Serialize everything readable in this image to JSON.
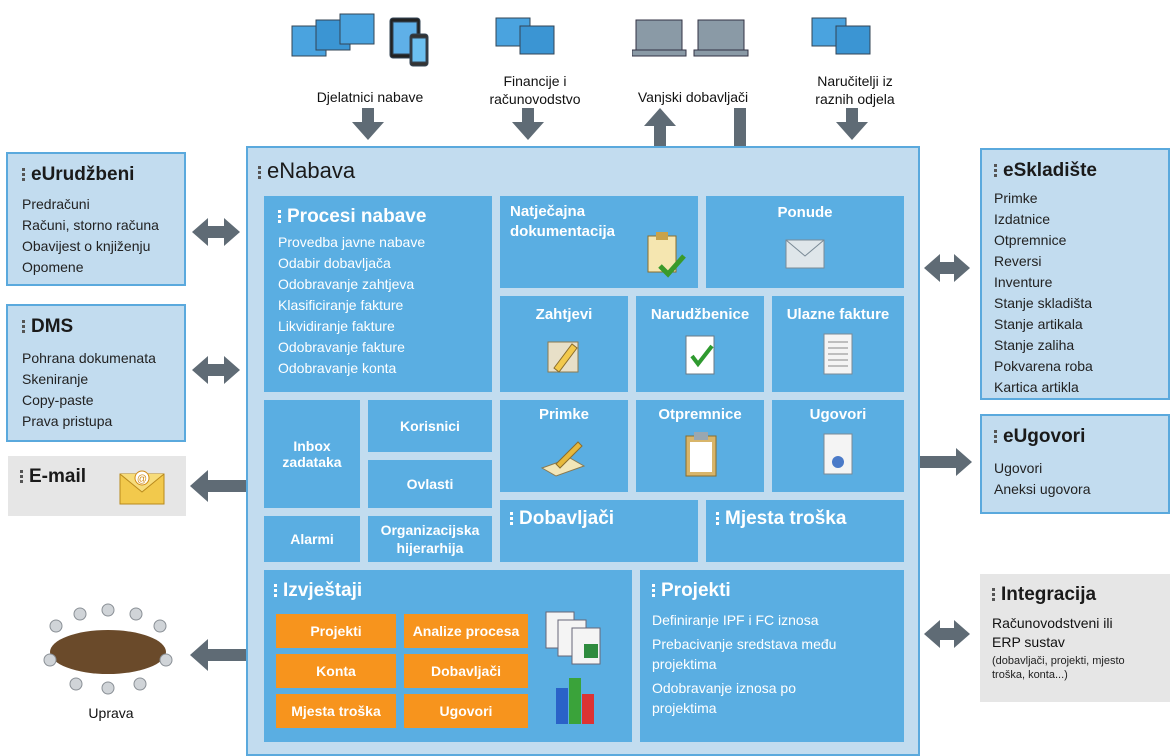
{
  "top_actors": [
    {
      "label": "Djelatnici nabave"
    },
    {
      "label": "Financije i\nračunovodstvo"
    },
    {
      "label": "Vanjski dobavljači"
    },
    {
      "label": "Naručitelji iz\nraznih odjela"
    }
  ],
  "enabava": {
    "title": "eNabava",
    "procesi": {
      "title": "Procesi nabave",
      "items": [
        "Provedba javne nabave",
        "Odabir dobavljača",
        "Odobravanje zahtjeva",
        "Klasificiranje fakture",
        "Likvidiranje fakture",
        "Odobravanje fakture",
        "Odobravanje konta"
      ]
    },
    "natjecajna": "Natječajna\ndokumentacija",
    "ponude": "Ponude",
    "zahtjevi": "Zahtjevi",
    "narudzbenice": "Narudžbenice",
    "ulazne_fakture": "Ulazne fakture",
    "primke": "Primke",
    "otpremnice": "Otpremnice",
    "ugovori": "Ugovori",
    "inbox": "Inbox\nzadataka",
    "korisnici": "Korisnici",
    "ovlasti": "Ovlasti",
    "alarmi": "Alarmi",
    "org_hijerarhija": "Organizacijska\nhijerarhija",
    "dobavljaci": "Dobavljači",
    "mjesta_troska": "Mjesta troška",
    "izvjestaji": {
      "title": "Izvještaji",
      "buttons": [
        "Projekti",
        "Analize procesa",
        "Konta",
        "Dobavljači",
        "Mjesta troška",
        "Ugovori"
      ]
    },
    "projekti": {
      "title": "Projekti",
      "items": [
        "Definiranje IPF i FC iznosa",
        "Prebacivanje sredstava među\nprojektima",
        "Odobravanje iznosa po\nprojektima"
      ]
    }
  },
  "eurudzbeni": {
    "title": "eUrudžbeni",
    "items": [
      "Predračuni",
      "Računi, storno računa",
      "Obavijest o knjiženju",
      "Opomene"
    ]
  },
  "dms": {
    "title": "DMS",
    "items": [
      "Pohrana dokumenata",
      "Skeniranje",
      "Copy-paste",
      "Prava pristupa"
    ]
  },
  "email": {
    "title": "E-mail"
  },
  "uprava": {
    "label": "Uprava"
  },
  "eskladiste": {
    "title": "eSkladište",
    "items": [
      "Primke",
      "Izdatnice",
      "Otpremnice",
      "Reversi",
      "Inventure",
      "Stanje skladišta",
      "Stanje artikala",
      "Stanje zaliha",
      "Pokvarena roba",
      "Kartica artikla"
    ]
  },
  "eugovori": {
    "title": "eUgovori",
    "items": [
      "Ugovori",
      "Aneksi ugovora"
    ]
  },
  "integracija": {
    "title": "Integracija",
    "line1": "Računovodstveni ili",
    "line2": "ERP sustav",
    "note": "(dobavljači, projekti, mjesto troška, konta...)"
  },
  "colors": {
    "panel": "#5aaee2",
    "outer": "#c2dcef",
    "border": "#5aa9dd",
    "orange": "#f7941d",
    "arrow": "#5f6b75",
    "gray_box": "#e6e6e6"
  }
}
